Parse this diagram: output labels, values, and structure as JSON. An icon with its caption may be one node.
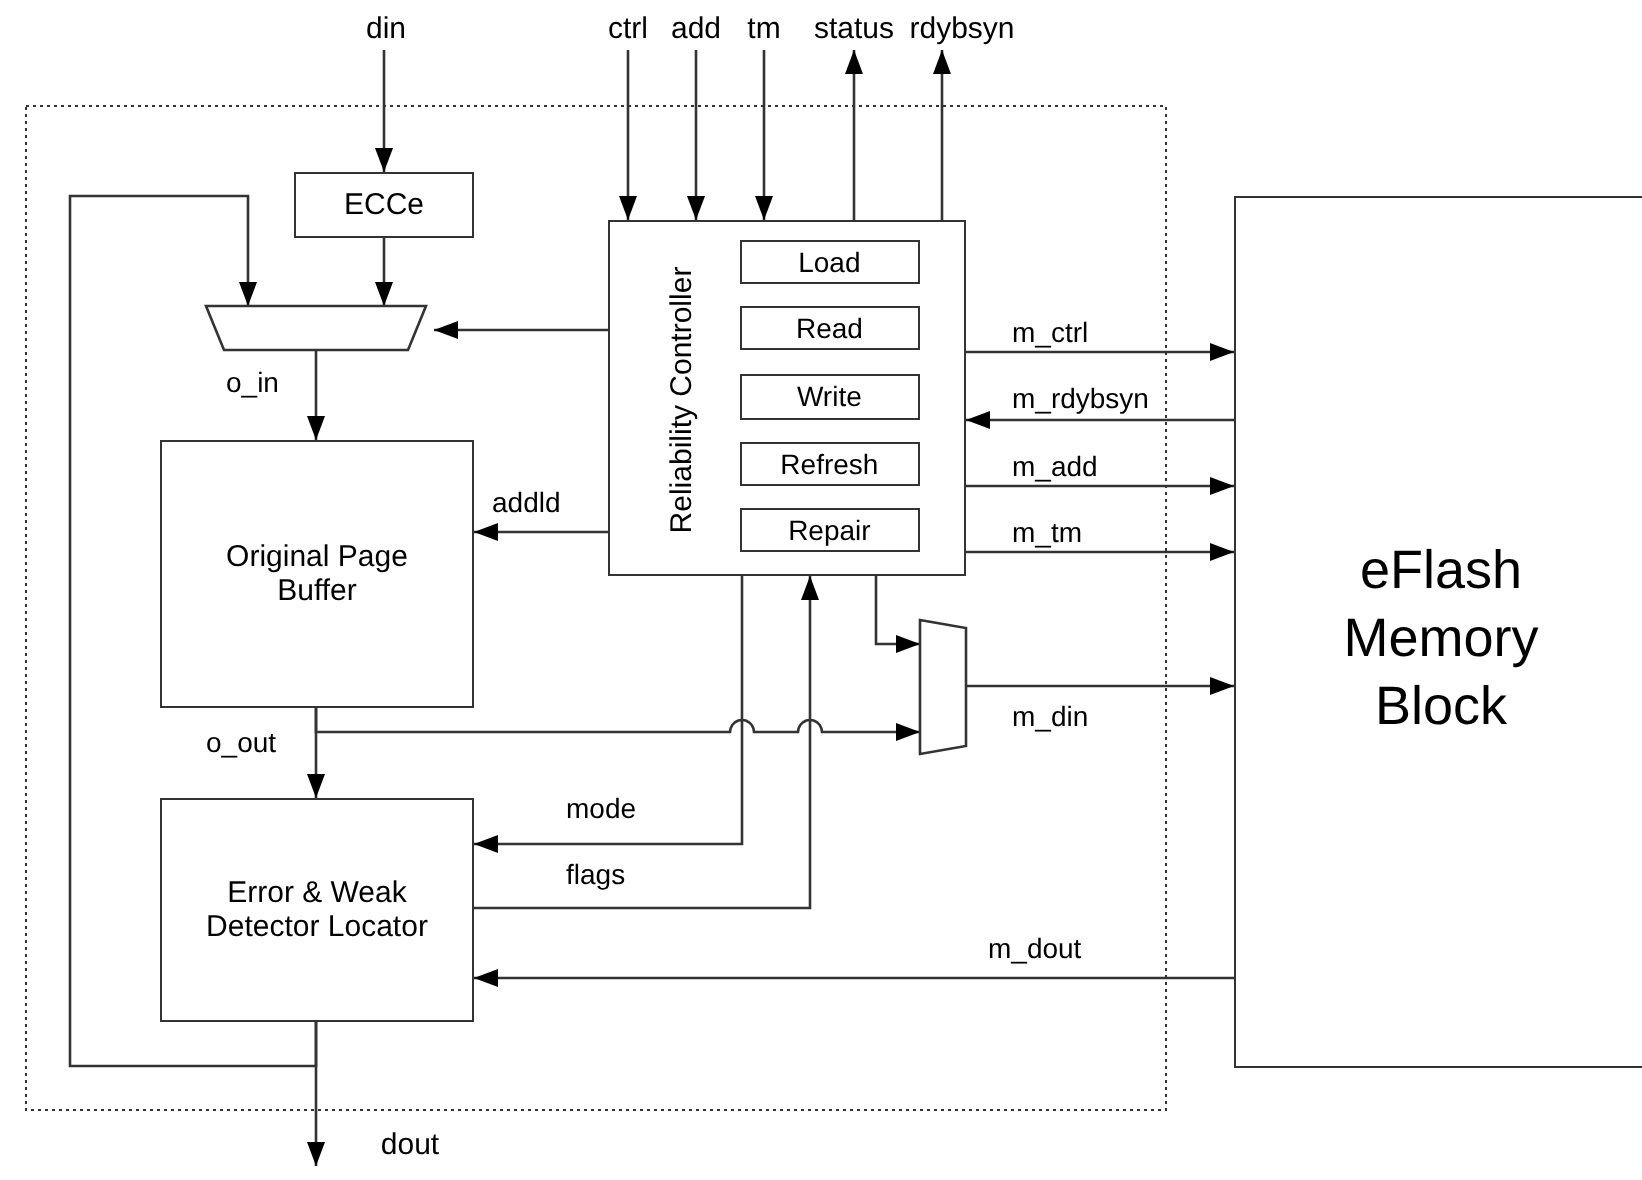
{
  "diagram": {
    "nodes": [
      {
        "text": [
          "din"
        ]
      },
      {
        "text": [
          "ctrl"
        ]
      },
      {
        "text": [
          "add"
        ]
      },
      {
        "text": [
          "tm"
        ]
      },
      {
        "text": [
          "status"
        ]
      },
      {
        "text": [
          "rdybsyn"
        ]
      },
      {
        "text": [
          "ECCe"
        ]
      },
      {
        "text": [
          "Reliability Controller"
        ]
      },
      {
        "text": [
          "Load"
        ],
        "in": 7
      },
      {
        "text": [
          "Read"
        ],
        "in": 7
      },
      {
        "text": [
          "Write"
        ],
        "in": 7
      },
      {
        "text": [
          "Refresh"
        ],
        "in": 7
      },
      {
        "text": [
          "Repair"
        ],
        "in": 7
      },
      {
        "text": [],
        "shape": "trapezoid"
      },
      {
        "text": [
          "eFlash Memory Block"
        ]
      },
      {
        "text": [
          "Original Page Buffer"
        ]
      },
      {
        "text": [],
        "shape": "trapezoid"
      },
      {
        "text": [
          "Error & Weak Detector Locator"
        ]
      },
      {
        "text": [
          "dout"
        ]
      }
    ],
    "edges": [
      {
        "from": 0,
        "to": 6,
        "arrow": "to"
      },
      {
        "from": 1,
        "to": 7,
        "arrow": "to"
      },
      {
        "from": 2,
        "to": 7,
        "arrow": "to"
      },
      {
        "from": 3,
        "to": 7,
        "arrow": "to"
      },
      {
        "from": 7,
        "to": 4,
        "arrow": "to"
      },
      {
        "from": 7,
        "to": 5,
        "arrow": "to"
      },
      {
        "from": 6,
        "to": 13,
        "arrow": "to"
      },
      {
        "from": 17,
        "to": 13,
        "arrow": "to"
      },
      {
        "from": 7,
        "to": 13,
        "arrow": "to"
      },
      {
        "from": 13,
        "to": 15,
        "arrow": "to",
        "label": "o_in"
      },
      {
        "from": 7,
        "to": 15,
        "arrow": "to",
        "label": "addld"
      },
      {
        "from": 7,
        "to": 14,
        "arrow": "to",
        "label": "m_ctrl"
      },
      {
        "from": 14,
        "to": 7,
        "arrow": "to",
        "label": "m_rdybsyn"
      },
      {
        "from": 7,
        "to": 14,
        "arrow": "to",
        "label": "m_add"
      },
      {
        "from": 7,
        "to": 14,
        "arrow": "to",
        "label": "m_tm"
      },
      {
        "from": 15,
        "to": 17,
        "arrow": "to",
        "label": "o_out"
      },
      {
        "from": 15,
        "to": 16,
        "arrow": "to"
      },
      {
        "from": 7,
        "to": 16,
        "arrow": "to"
      },
      {
        "from": 16,
        "to": 14,
        "arrow": "to",
        "label": "m_din"
      },
      {
        "from": 7,
        "to": 17,
        "arrow": "to",
        "label": "mode"
      },
      {
        "from": 17,
        "to": 7,
        "arrow": "to",
        "label": "flags"
      },
      {
        "from": 14,
        "to": 17,
        "arrow": "to",
        "label": "m_dout"
      },
      {
        "from": 17,
        "to": 18,
        "arrow": "to"
      }
    ]
  }
}
